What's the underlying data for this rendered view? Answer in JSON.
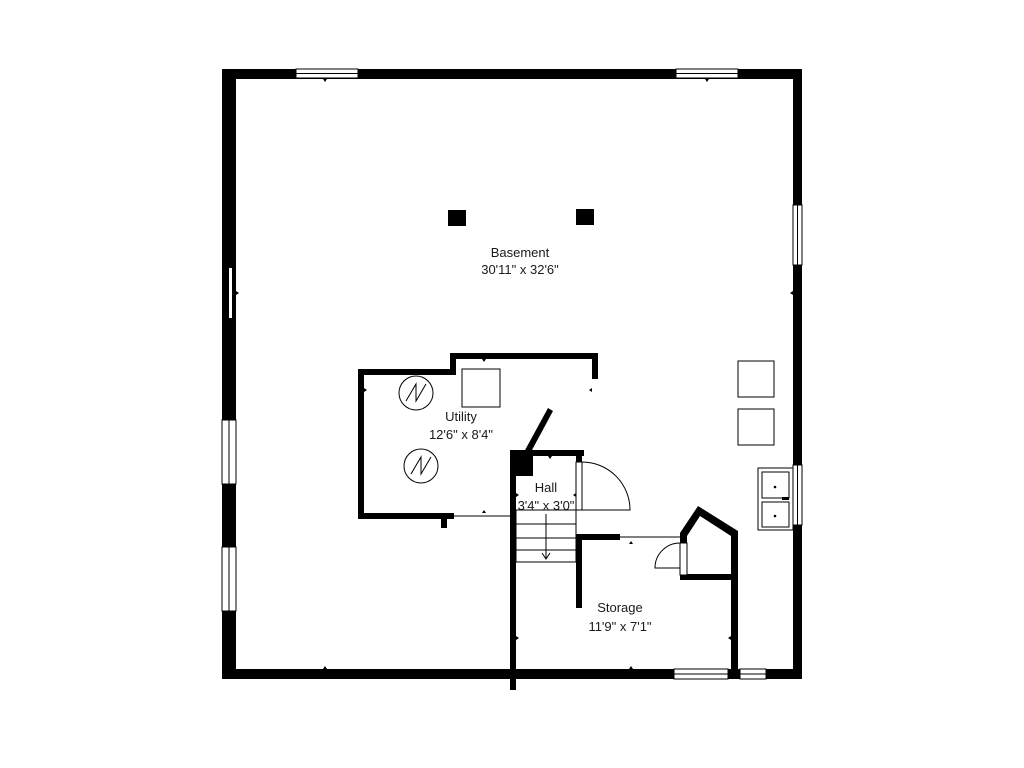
{
  "rooms": {
    "basement": {
      "name": "Basement",
      "dims": "30'11\" x 32'6\""
    },
    "utility": {
      "name": "Utility",
      "dims": "12'6\" x 8'4\""
    },
    "hall": {
      "name": "Hall",
      "dims": "3'4\" x 3'0\""
    },
    "storage": {
      "name": "Storage",
      "dims": "11'9\" x 7'1\""
    }
  },
  "colors": {
    "wall": "#000000",
    "background": "#ffffff",
    "text": "#1a1a1a"
  },
  "icons": [
    "water-heater-icon",
    "furnace-icon",
    "sink-icon",
    "appliance-icon",
    "door-swing-icon",
    "stair-arrow-icon"
  ]
}
